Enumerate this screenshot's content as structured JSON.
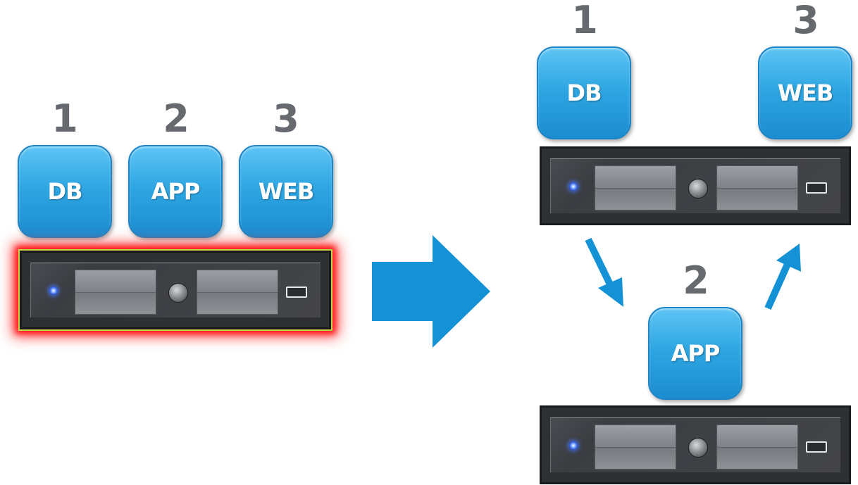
{
  "left": {
    "numbers": [
      "1",
      "2",
      "3"
    ],
    "tiers": [
      "DB",
      "APP",
      "WEB"
    ]
  },
  "right": {
    "top_numbers": [
      "1",
      "3"
    ],
    "top_tiers": [
      "DB",
      "WEB"
    ],
    "bottom_number": "2",
    "bottom_tier": "APP"
  },
  "colors": {
    "tier_box": "#2fa7e3",
    "arrow": "#1592d6",
    "selection_glow": "#ff1a1a"
  },
  "icons": [
    "right-arrow-icon",
    "down-right-arrow-icon",
    "up-right-arrow-icon",
    "server-icon"
  ]
}
